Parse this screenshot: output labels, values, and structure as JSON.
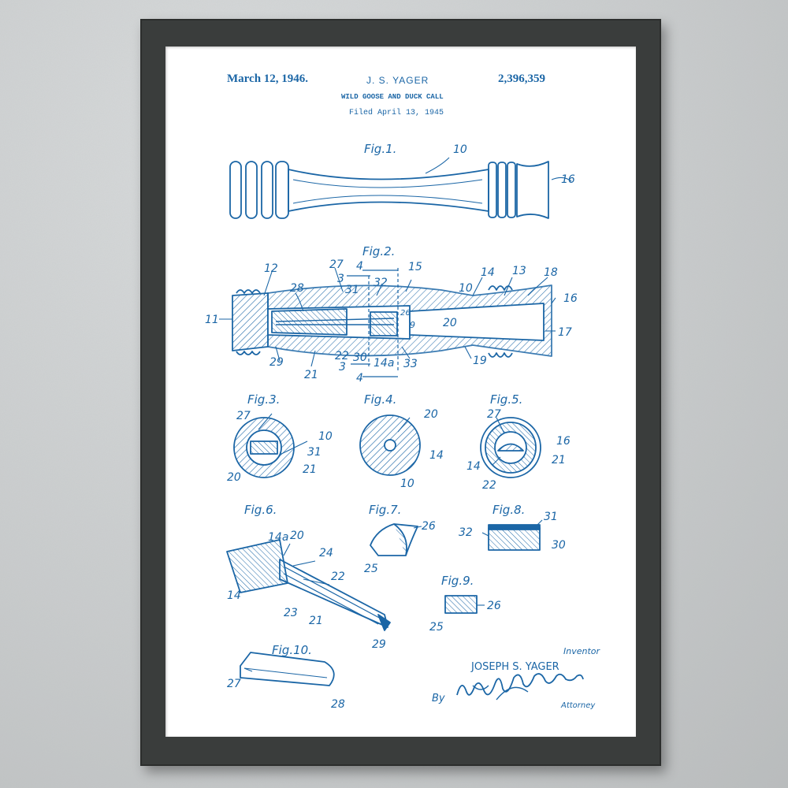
{
  "colors": {
    "ink": "#1b66a6",
    "frame": "#3a3d3c",
    "wall": "#c9cccd",
    "paper": "#ffffff"
  },
  "header": {
    "date": "March 12, 1946.",
    "inventor": "J. S. YAGER",
    "patent_number": "2,396,359",
    "title": "WILD GOOSE AND DUCK CALL",
    "filed": "Filed April 13, 1945"
  },
  "figures": {
    "fig1": "Fig.1.",
    "fig2": "Fig.2.",
    "fig3": "Fig.3.",
    "fig4": "Fig.4.",
    "fig5": "Fig.5.",
    "fig6": "Fig.6.",
    "fig7": "Fig.7.",
    "fig8": "Fig.8.",
    "fig9": "Fig.9.",
    "fig10": "Fig.10."
  },
  "numerals": {
    "fig1": [
      "10",
      "16"
    ],
    "fig2": [
      "12",
      "27",
      "4",
      "15",
      "14",
      "13",
      "18",
      "3",
      "31",
      "32",
      "28",
      "10",
      "16",
      "11",
      "26",
      "20",
      "9",
      "17",
      "22",
      "30",
      "14a",
      "33",
      "19",
      "29",
      "21",
      "3",
      "4"
    ],
    "fig3": [
      "27",
      "10",
      "31",
      "20",
      "21"
    ],
    "fig4": [
      "20",
      "14",
      "10"
    ],
    "fig5": [
      "27",
      "16",
      "14",
      "21",
      "22"
    ],
    "fig6": [
      "14a",
      "20",
      "24",
      "22",
      "14",
      "23",
      "21",
      "29"
    ],
    "fig7": [
      "26",
      "25"
    ],
    "fig8": [
      "31",
      "32",
      "30"
    ],
    "fig9": [
      "26",
      "25"
    ],
    "fig10": [
      "27",
      "28"
    ]
  },
  "signature": {
    "inventor_caption": "Inventor",
    "inventor_name": "JOSEPH S. YAGER",
    "by": "By",
    "attorney_caption": "Attorney"
  }
}
